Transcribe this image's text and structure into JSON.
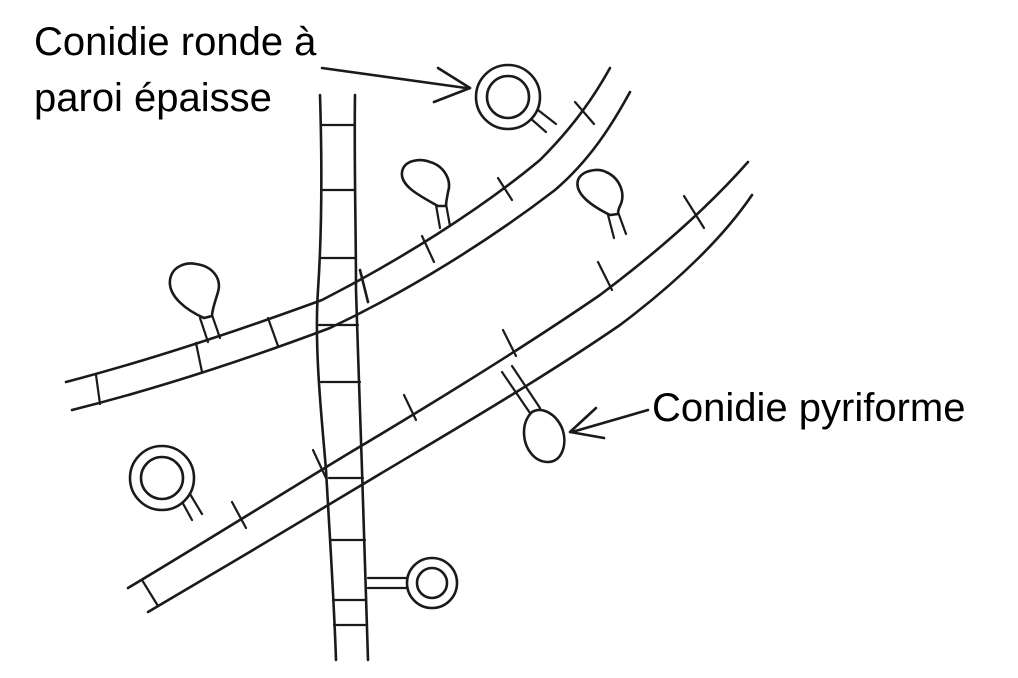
{
  "labels": {
    "round_conidium_line1": "Conidie ronde à",
    "round_conidium_line2": "paroi épaisse",
    "pyriform_conidium": "Conidie pyriforme"
  },
  "colors": {
    "ink": "#1a1a1a",
    "background": "#ffffff"
  }
}
